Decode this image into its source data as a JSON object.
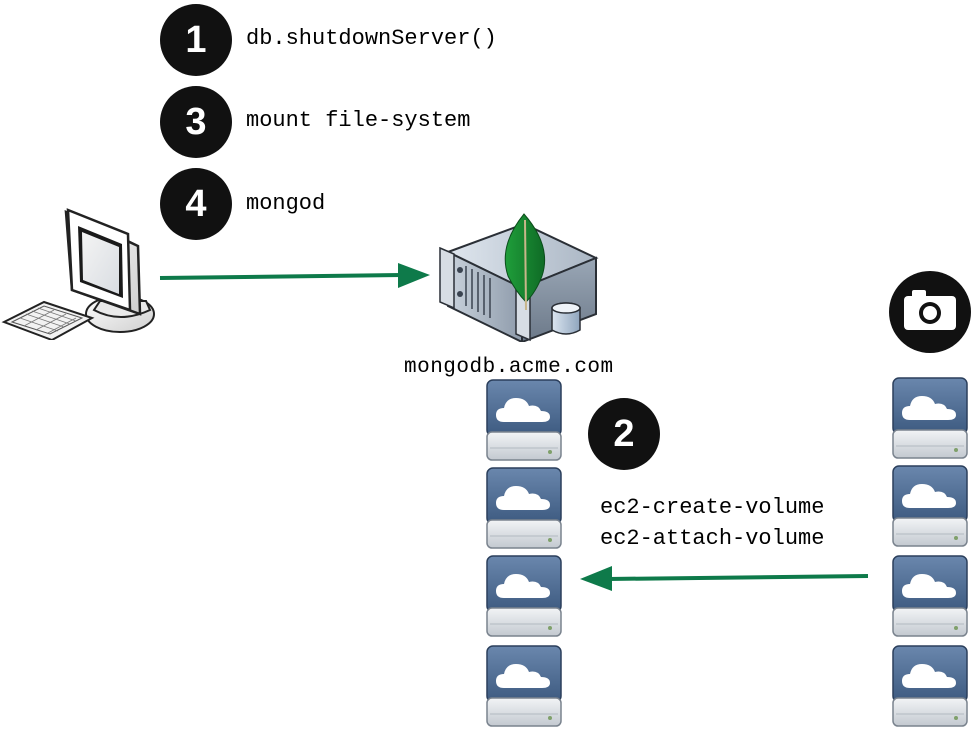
{
  "steps": [
    {
      "number": "1",
      "command": "db.shutdownServer()"
    },
    {
      "number": "3",
      "command": "mount file-system"
    },
    {
      "number": "4",
      "command": "mongod"
    }
  ],
  "ec2_step": {
    "number": "2",
    "commands": [
      "ec2-create-volume",
      "ec2-attach-volume"
    ]
  },
  "server": {
    "hostname": "mongodb.acme.com",
    "icon": "mongodb-server-icon"
  },
  "icons": {
    "client": "desktop-computer-icon",
    "snapshot": "camera-icon",
    "volume": "cloud-drive-icon"
  },
  "colors": {
    "arrow": "#0e7a4a",
    "step_badge": "#111111",
    "mongo_leaf": "#1f9e3a"
  }
}
